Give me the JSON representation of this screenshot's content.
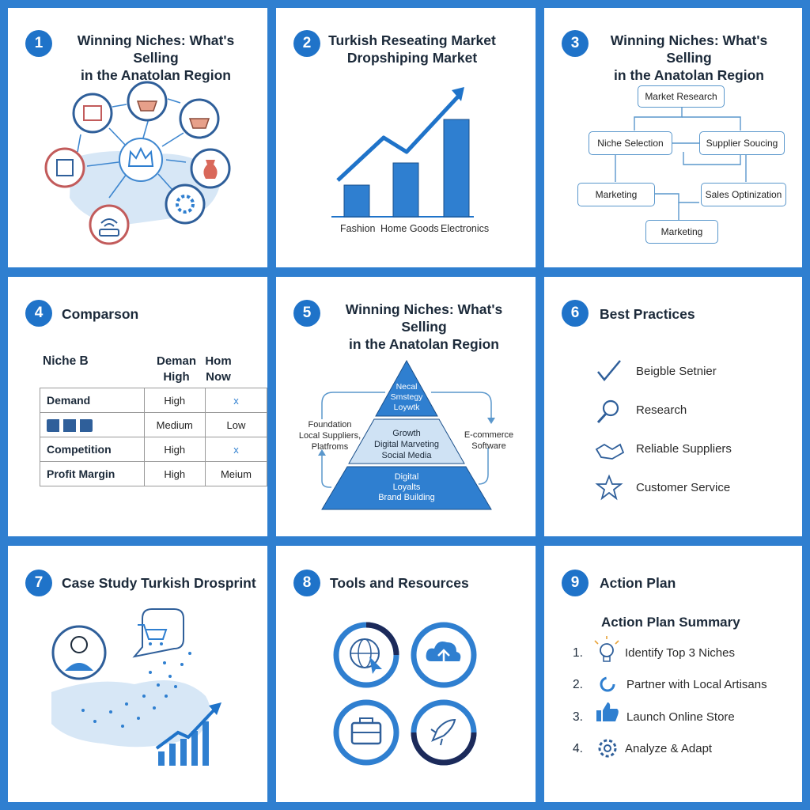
{
  "p1": {
    "num": "1",
    "title1": "Winning Niches: What's Selling",
    "title2": "in the Anatolan Region"
  },
  "p2": {
    "num": "2",
    "title1": "Turkish Reseating Market",
    "title2": "Dropshiping Market",
    "categories": [
      "Fashion",
      "Home Goods",
      "Electronics"
    ]
  },
  "p3": {
    "num": "3",
    "title1": "Winning Niches: What's Selling",
    "title2": "in the Anatolan Region",
    "boxes": {
      "market_research": "Market Research",
      "niche_selection": "Niche Selection",
      "supplier_sourcing": "Supplier Soucing",
      "marketing_a": "Marketing",
      "sales_opt": "Sales Optinization",
      "marketing_b": "Marketing"
    }
  },
  "p4": {
    "num": "4",
    "title": "Comparson",
    "head_niche": "Niche B",
    "head_demand1": "Deman",
    "head_demand2": "High",
    "head_hom1": "Hom",
    "head_hom2": "Now",
    "rows": [
      {
        "name": "Demand",
        "v1": "High",
        "v2": "x"
      },
      {
        "name": "",
        "v1": "Medium",
        "v2": "Low"
      },
      {
        "name": "Competition",
        "v1": "High",
        "v2": "x"
      },
      {
        "name": "Profit Margin",
        "v1": "High",
        "v2": "Meium"
      }
    ]
  },
  "p5": {
    "num": "5",
    "title1": "Winning Niches: What's Selling",
    "title2": "in the Anatolan Region",
    "top": [
      "Necal",
      "Smstegy",
      "Loywtk"
    ],
    "mid": [
      "Growth",
      "Digital Marveting",
      "Social Media"
    ],
    "bot": [
      "Digital",
      "Loyalts",
      "Brand Building"
    ],
    "left": [
      "Foundation",
      "Local Suppliers,",
      "Platfroms"
    ],
    "right": [
      "E-commerce",
      "Software"
    ]
  },
  "p6": {
    "num": "6",
    "title": "Best Practices",
    "items": [
      "Beigble Setnier",
      "Research",
      "Reliable Suppliers",
      "Customer Service"
    ]
  },
  "p7": {
    "num": "7",
    "title": "Case Study Turkish Drosprint"
  },
  "p8": {
    "num": "8",
    "title": "Tools and Resources"
  },
  "p9": {
    "num": "9",
    "title": "Action Plan",
    "subtitle": "Action Plan Summary",
    "items": [
      {
        "n": "1.",
        "text": "Identify Top 3 Niches"
      },
      {
        "n": "2.",
        "text": "Partner with Local Artisans"
      },
      {
        "n": "3.",
        "text": "Launch Online Store"
      },
      {
        "n": "4.",
        "text": "Analyze & Adapt"
      }
    ]
  },
  "colors": {
    "accent": "#1f73c9",
    "frame": "#2f7fd0",
    "light": "#cfe2f4"
  }
}
